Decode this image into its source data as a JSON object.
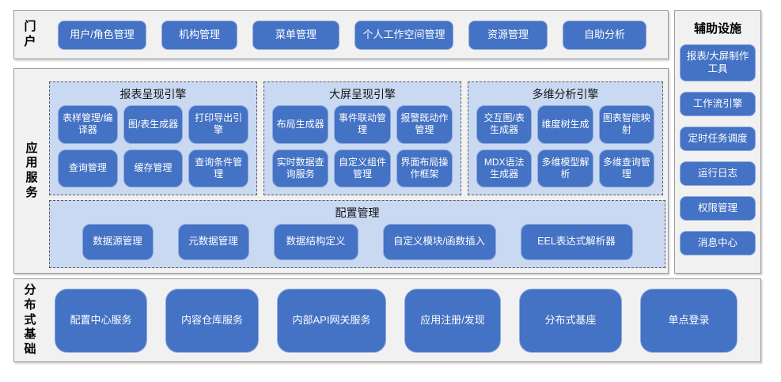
{
  "sections": {
    "portal": {
      "label": "门户",
      "nodes": [
        "用户/角色管理",
        "机构管理",
        "菜单管理",
        "个人工作空间管理",
        "资源管理",
        "自助分析"
      ]
    },
    "app_services": {
      "label": "应用服务",
      "panels": [
        {
          "title": "报表呈现引擎",
          "nodes": [
            "表样管理/编译器",
            "图/表生成器",
            "打印导出引擎",
            "查询管理",
            "缓存管理",
            "查询条件管理"
          ]
        },
        {
          "title": "大屏呈现引擎",
          "nodes": [
            "布局生成器",
            "事件联动管理",
            "报警既动作管理",
            "实时数据查询服务",
            "自定义组件管理",
            "界面布局操作框架"
          ]
        },
        {
          "title": "多维分析引擎",
          "nodes": [
            "交互图/表生成器",
            "维度树生成",
            "图表智能映射",
            "MDX语法生成器",
            "多维模型解析",
            "多维查询管理"
          ]
        }
      ],
      "config_panel": {
        "title": "配置管理",
        "nodes": [
          "数据源管理",
          "元数据管理",
          "数据结构定义",
          "自定义模块/函数插入",
          "EEL表达式解析器"
        ]
      }
    },
    "auxiliary": {
      "title": "辅助设施",
      "nodes": [
        "报表/大屏制作工具",
        "工作流引擎",
        "定时任务调度",
        "运行日志",
        "权限管理",
        "消息中心"
      ]
    },
    "distributed": {
      "label": "分布式基础",
      "nodes": [
        "配置中心服务",
        "内容仓库服务",
        "内部API网关服务",
        "应用注册/发现",
        "分布式基座",
        "单点登录"
      ]
    }
  },
  "colors": {
    "node_fill": "#4472C4",
    "node_border": "#8FAADC",
    "node_text": "#FFFFFF",
    "panel_fill": "#C9D9F2",
    "panel_border": "#595959",
    "section_fill": "#F1F1F1",
    "section_border": "#9B9B9B",
    "label_text": "#000000"
  }
}
